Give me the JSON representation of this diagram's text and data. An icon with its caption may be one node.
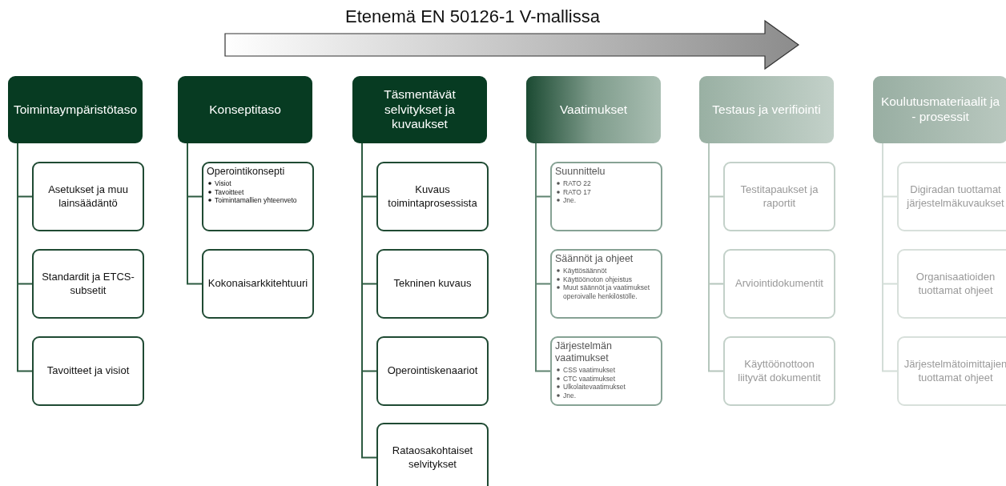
{
  "diagram": {
    "title": "Etenemä EN 50126-1 V-mallissa",
    "nodes": [
      {
        "text": [
          "Toimintaympäristötaso"
        ]
      },
      {
        "text": [
          "Asetukset ja muu lainsäädäntö"
        ]
      },
      {
        "text": [
          "Standardit ja ETCS-subsetit"
        ]
      },
      {
        "text": [
          "Tavoitteet ja visiot"
        ]
      },
      {
        "text": [
          "Konseptitaso"
        ]
      },
      {
        "text": [
          "Operointikonsepti",
          "Visiot",
          "Tavoitteet",
          "Toimintamallien yhteenveto"
        ]
      },
      {
        "text": [
          "Kokonaisarkkitehtuuri"
        ]
      },
      {
        "text": [
          "Täsmentävät selvitykset ja kuvaukset"
        ]
      },
      {
        "text": [
          "Kuvaus toimintaprosessista"
        ]
      },
      {
        "text": [
          "Tekninen kuvaus"
        ]
      },
      {
        "text": [
          "Operointiskenaariot"
        ]
      },
      {
        "text": [
          "Rataosakohtaiset selvitykset"
        ]
      },
      {
        "text": [
          "Vaatimukset"
        ]
      },
      {
        "text": [
          "Suunnittelu",
          "RATO 22",
          "RATO 17",
          "Jne."
        ]
      },
      {
        "text": [
          "Säännöt ja ohjeet",
          "Käyttösäännöt",
          "Käyttöönoton ohjeistus",
          "Muut säännöt ja vaatimukset operoivalle henkilöstölle."
        ]
      },
      {
        "text": [
          "Järjestelmän vaatimukset",
          "CSS vaatimukset",
          "CTC vaatimukset",
          "Ulkolaitevaatimukset",
          "Jne."
        ]
      },
      {
        "text": [
          "Testaus ja verifiointi"
        ]
      },
      {
        "text": [
          "Testitapaukset ja raportit"
        ]
      },
      {
        "text": [
          "Arviointidokumentit"
        ]
      },
      {
        "text": [
          "Käyttöönottoon liityvät dokumentit"
        ]
      },
      {
        "text": [
          "Koulutusmateriaalit ja - prosessit"
        ]
      },
      {
        "text": [
          "Digiradan tuottamat järjestelmäkuvaukset"
        ]
      },
      {
        "text": [
          "Organisaatioiden tuottamat ohjeet"
        ]
      },
      {
        "text": [
          "Järjestelmätoimittajien tuottamat ohjeet"
        ]
      }
    ],
    "edges": [
      {
        "from": 0,
        "to": 1,
        "arrow": "none"
      },
      {
        "from": 0,
        "to": 2,
        "arrow": "none"
      },
      {
        "from": 0,
        "to": 3,
        "arrow": "none"
      },
      {
        "from": 4,
        "to": 5,
        "arrow": "none"
      },
      {
        "from": 4,
        "to": 6,
        "arrow": "none"
      },
      {
        "from": 7,
        "to": 8,
        "arrow": "none"
      },
      {
        "from": 7,
        "to": 9,
        "arrow": "none"
      },
      {
        "from": 7,
        "to": 10,
        "arrow": "none"
      },
      {
        "from": 7,
        "to": 11,
        "arrow": "none"
      },
      {
        "from": 12,
        "to": 13,
        "arrow": "none",
        "color": "#5f8370"
      },
      {
        "from": 12,
        "to": 14,
        "arrow": "none",
        "color": "#5f8370"
      },
      {
        "from": 12,
        "to": 15,
        "arrow": "none",
        "color": "#5f8370"
      },
      {
        "from": 16,
        "to": 17,
        "arrow": "none",
        "color": "#b5c6bc"
      },
      {
        "from": 16,
        "to": 18,
        "arrow": "none",
        "color": "#b5c6bc"
      },
      {
        "from": 16,
        "to": 19,
        "arrow": "none",
        "color": "#b5c6bc"
      },
      {
        "from": 20,
        "to": 21,
        "arrow": "none",
        "color": "#d3ddd7"
      },
      {
        "from": 20,
        "to": 22,
        "arrow": "none",
        "color": "#d3ddd7"
      },
      {
        "from": 20,
        "to": 23,
        "arrow": "none",
        "color": "#d3ddd7"
      }
    ]
  }
}
